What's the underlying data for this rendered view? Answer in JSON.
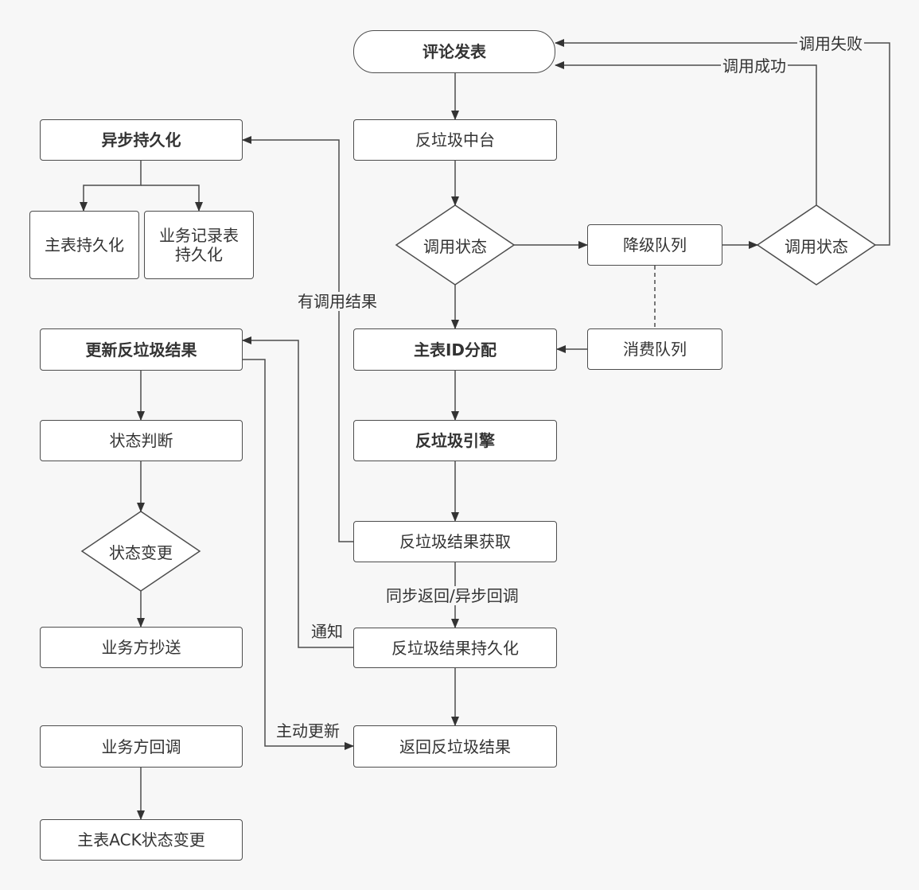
{
  "nodes": {
    "comment_publish": "评论发表",
    "antispam_center": "反垃圾中台",
    "call_status_main": "调用状态",
    "degrade_queue": "降级队列",
    "call_status_retry": "调用状态",
    "consume_queue": "消费队列",
    "main_id_alloc": "主表ID分配",
    "antispam_engine": "反垃圾引擎",
    "antispam_result_fetch": "反垃圾结果获取",
    "antispam_result_persist": "反垃圾结果持久化",
    "return_antispam_result": "返回反垃圾结果",
    "async_persist": "异步持久化",
    "main_table_persist": "主表持久化",
    "biz_record_persist_line1": "业务记录表",
    "biz_record_persist_line2": "持久化",
    "update_antispam_result": "更新反垃圾结果",
    "status_judge": "状态判断",
    "status_change": "状态变更",
    "biz_cc": "业务方抄送",
    "biz_callback": "业务方回调",
    "main_ack_status_change": "主表ACK状态变更"
  },
  "edge_labels": {
    "call_fail": "调用失败",
    "call_success": "调用成功",
    "has_call_result": "有调用结果",
    "sync_async": "同步返回/异步回调",
    "notify": "通知",
    "active_update": "主动更新"
  },
  "colors": {
    "background": "#f7f7f7",
    "node_fill": "#ffffff",
    "stroke": "#4d4d4d",
    "text": "#333333"
  }
}
